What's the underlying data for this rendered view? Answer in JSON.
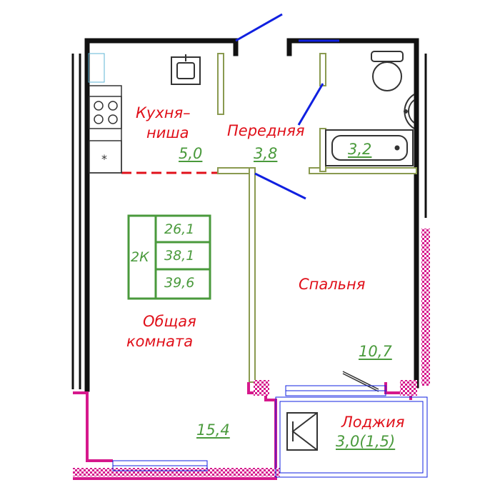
{
  "apartment": {
    "type": "2К",
    "areas": {
      "living": "26,1",
      "total": "38,1",
      "with_loggia": "39,6"
    }
  },
  "rooms": {
    "kitchen": {
      "name_line1": "Кухня–",
      "name_line2": "ниша",
      "area": "5,0"
    },
    "hallway": {
      "name": "Передняя",
      "area": "3,8"
    },
    "bathroom": {
      "area": "3,2"
    },
    "bedroom": {
      "name": "Спальня",
      "area": "10,7"
    },
    "living_room": {
      "name_line1": "Общая",
      "name_line2": "комната",
      "area": "15,4"
    },
    "loggia": {
      "name": "Лоджия",
      "area": "3,0(1,5)"
    }
  },
  "colors": {
    "wall": "#111111",
    "partition": "#8a9a50",
    "label": "#e0101a",
    "area": "#4a9a3c",
    "door": "#1020e0",
    "loggia_wall": "#d6188c"
  }
}
